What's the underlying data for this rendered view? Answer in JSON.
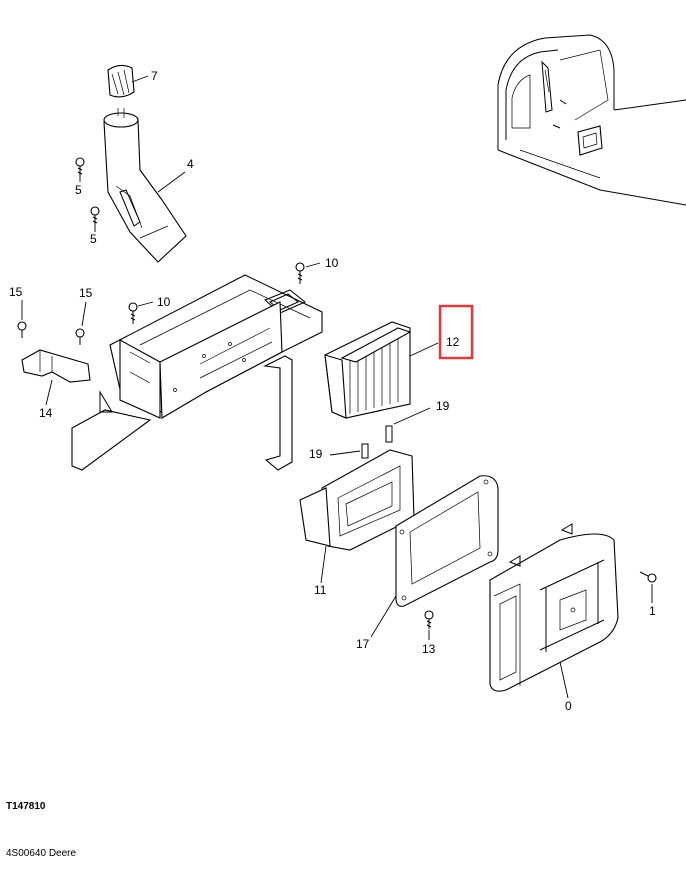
{
  "drawing_id": "T147810",
  "source_id": "4S00640 Deere",
  "highlight_color": "#e03a3a",
  "highlighted_callout": "12",
  "callouts": {
    "c7": "7",
    "c4": "4",
    "c5a": "5",
    "c5b": "5",
    "c10a": "10",
    "c10b": "10",
    "c15a": "15",
    "c15b": "15",
    "c14": "14",
    "c12": "12",
    "c19a": "19",
    "c19b": "19",
    "c11": "11",
    "c17": "17",
    "c13": "13",
    "c0": "0",
    "c1": "1"
  }
}
